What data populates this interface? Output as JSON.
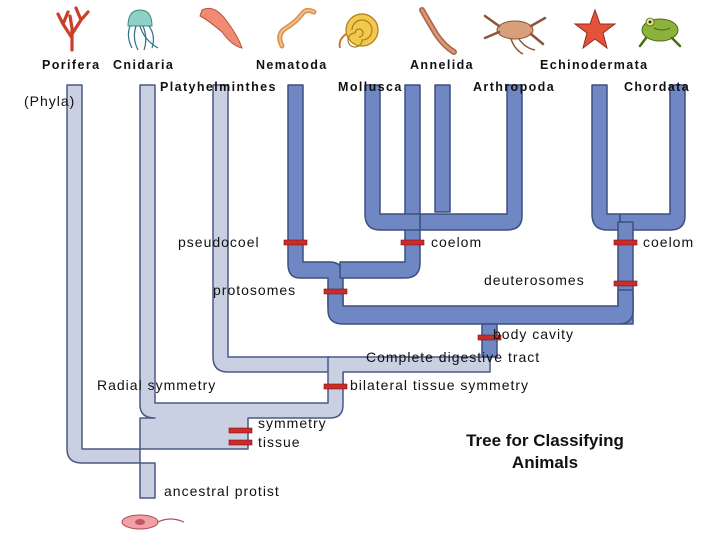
{
  "phyla_label": "(Phyla)",
  "phyla": {
    "porifera": "Porifera",
    "cnidaria": "Cnidaria",
    "platyhelminthes": "Platyhelminthes",
    "nematoda": "Nematoda",
    "mollusca": "Mollusca",
    "annelida": "Annelida",
    "arthropoda": "Arthropoda",
    "echinodermata": "Echinodermata",
    "chordata": "Chordata"
  },
  "traits": {
    "pseudocoel": "pseudocoel",
    "coelom_protostome": "coelom",
    "coelom_deuterostome": "coelom",
    "protosomes": "protosomes",
    "deuterosomes": "deuterosomes",
    "body_cavity": "body cavity",
    "complete_digestive_tract": "Complete digestive tract",
    "radial_symmetry": "Radial symmetry",
    "bilateral_tissue_symmetry": "bilateral tissue symmetry",
    "symmetry": "symmetry",
    "tissue": "tissue",
    "ancestral_protist": "ancestral protist"
  },
  "title": {
    "line1": "Tree for Classifying",
    "line2": "Animals"
  },
  "icons": [
    "sponge-icon",
    "jellyfish-icon",
    "flatworm-icon",
    "roundworm-icon",
    "nautilus-icon",
    "earthworm-icon",
    "crayfish-icon",
    "starfish-icon",
    "frog-icon",
    "protist-icon"
  ],
  "colors": {
    "light_branch": "#c8d0e2",
    "dark_branch": "#6f88c4",
    "branch_outline": "#3f4f80",
    "marker": "#cc2b2b"
  }
}
